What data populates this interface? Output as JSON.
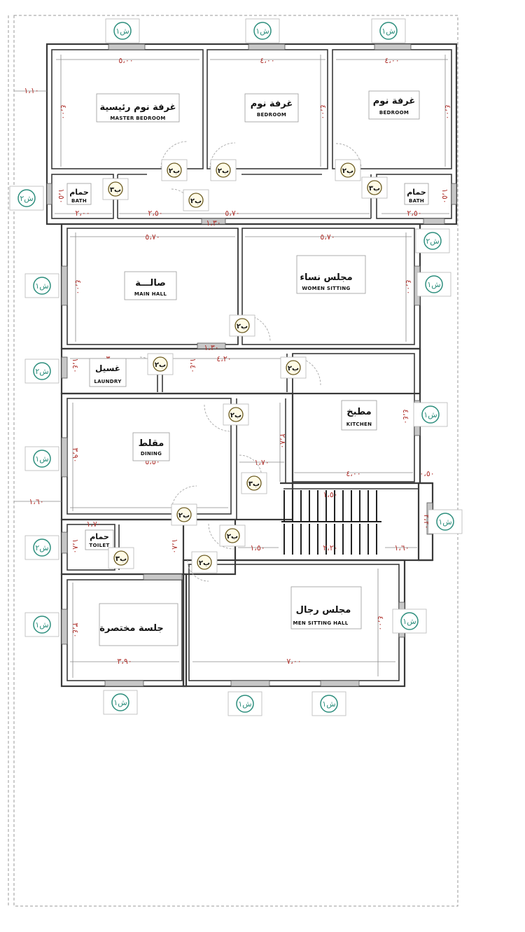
{
  "rooms": [
    {
      "id": "master-bedroom",
      "ar": "غرفة نوم رئيسية",
      "en": "MASTER BEDROOM"
    },
    {
      "id": "bedroom-1",
      "ar": "غرفة نوم",
      "en": "BEDROOM"
    },
    {
      "id": "bedroom-2",
      "ar": "غرفة نوم",
      "en": "BEDROOM"
    },
    {
      "id": "bath-1",
      "ar": "حمام",
      "en": "BATH"
    },
    {
      "id": "bath-2",
      "ar": "حمام",
      "en": "BATH"
    },
    {
      "id": "main-hall",
      "ar": "صالـــة",
      "en": "MAIN HALL"
    },
    {
      "id": "women-sitting",
      "ar": "مجلس نساء",
      "en": "WOMEN SITTING"
    },
    {
      "id": "laundry",
      "ar": "غسيل",
      "en": "LAUNDRY"
    },
    {
      "id": "kitchen",
      "ar": "مطبخ",
      "en": "KITCHEN"
    },
    {
      "id": "dining",
      "ar": "مقلط",
      "en": "DINING"
    },
    {
      "id": "toilet",
      "ar": "حمام",
      "en": "TOILET"
    },
    {
      "id": "small-sitting",
      "ar": "جلسة مختصرة",
      "en": ""
    },
    {
      "id": "men-sitting",
      "ar": "مجلس رجال",
      "en": "MEN SITTING HALL"
    }
  ],
  "window_tags": [
    "ش١",
    "ش٢"
  ],
  "door_tags": [
    "ب٢",
    "ب٣"
  ],
  "dimensions": {
    "master_w": "٥،٠٠",
    "bed1_w": "٤،٠٠",
    "bed2_w": "٤،٠٠",
    "bed_h": "٤،٠٠",
    "left_ext": "١،١٠",
    "bath_h": "١،٥٠",
    "bath1_w": "٢،٠٠",
    "corr_1": "٢،٥٠",
    "corr_2": "٥،٧٠",
    "corr_3": "١،٣٠",
    "bath2_w": "٢،٥٠",
    "hall_w": "٥،٧٠",
    "women_w": "٥،٧٠",
    "hall_h": "٤،٠٠",
    "women_h": "٤،٠٠",
    "gap_13": "١،٣٠",
    "laundry_w": "٣،٠٠",
    "laundry_h": "١،٤٠",
    "corr_w": "٤،٢٠",
    "corr_h": "١،٤٠",
    "kitchen_h": "٤،٤٠",
    "kitchen_w": "٤،٠٠",
    "side_050": "٠،٥٠",
    "dining_w": "٥،٥٠",
    "dining_h": "٣،٩٠",
    "pass_h": "٢،٨٠",
    "pass_w": "١،٧٠",
    "left_160": "١،٦٠",
    "stair_top": "١،٥٠",
    "stair_side": "٢،٢٠",
    "toilet_w": "١،٧٠",
    "toilet_h": "١،٨٠",
    "toilet_h2": "١،٨٠",
    "entry_w": "١،٥٠",
    "stair_w": "٢،٢٠",
    "stair_r": "١،٦٠",
    "small_h": "٣،٤٠",
    "small_w": "٣،٩٠",
    "men_w": "٧،٠٠",
    "men_h": "٤،٠٠"
  }
}
